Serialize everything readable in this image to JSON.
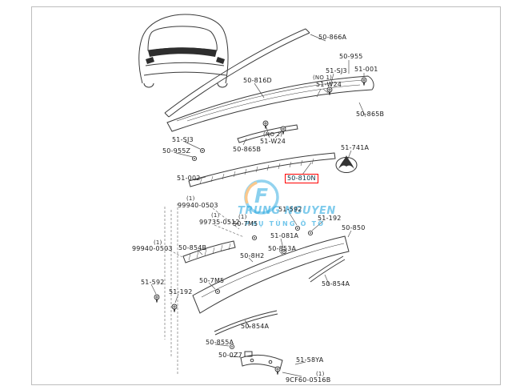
{
  "watermark": {
    "logo_letter": "F",
    "line1": "TRUNG NGUYEN",
    "line2": "PHỤ TÙNG Ô TÔ",
    "accent_color": "#2aa9e0",
    "secondary_color": "#f6921e"
  },
  "highlight": {
    "part_number": "50-810N",
    "box_color": "#ff0000"
  },
  "labels": [
    {
      "text": "50-866A"
    },
    {
      "text": "50-955"
    },
    {
      "text": "51-SJ3"
    },
    {
      "text": "(NO 1)"
    },
    {
      "text": "51-W24"
    },
    {
      "text": "51-001"
    },
    {
      "text": "50-816D"
    },
    {
      "text": "50-865B"
    },
    {
      "text": "51-SJ3"
    },
    {
      "text": "50-955Z"
    },
    {
      "text": "(NO 2)"
    },
    {
      "text": "51-W24"
    },
    {
      "text": "50-865B"
    },
    {
      "text": "51-741A"
    },
    {
      "text": "51-002"
    },
    {
      "text": "50-810N"
    },
    {
      "text": "(1)"
    },
    {
      "text": "99940-0503"
    },
    {
      "text": "51-592"
    },
    {
      "text": "(1)"
    },
    {
      "text": "99735-0512"
    },
    {
      "text": "(1)"
    },
    {
      "text": "50-7M5"
    },
    {
      "text": "51-192"
    },
    {
      "text": "51-081A"
    },
    {
      "text": "50-850"
    },
    {
      "text": "(1)"
    },
    {
      "text": "99940-0503"
    },
    {
      "text": "50-854B"
    },
    {
      "text": "50-8H2"
    },
    {
      "text": "50-853A"
    },
    {
      "text": "51-592"
    },
    {
      "text": "50-7M5"
    },
    {
      "text": "51-192"
    },
    {
      "text": "50-854A"
    },
    {
      "text": "50-854A"
    },
    {
      "text": "50-855A"
    },
    {
      "text": "50-0Z7"
    },
    {
      "text": "51-58YA"
    },
    {
      "text": "(1)"
    },
    {
      "text": "9CF60-0516B"
    }
  ]
}
